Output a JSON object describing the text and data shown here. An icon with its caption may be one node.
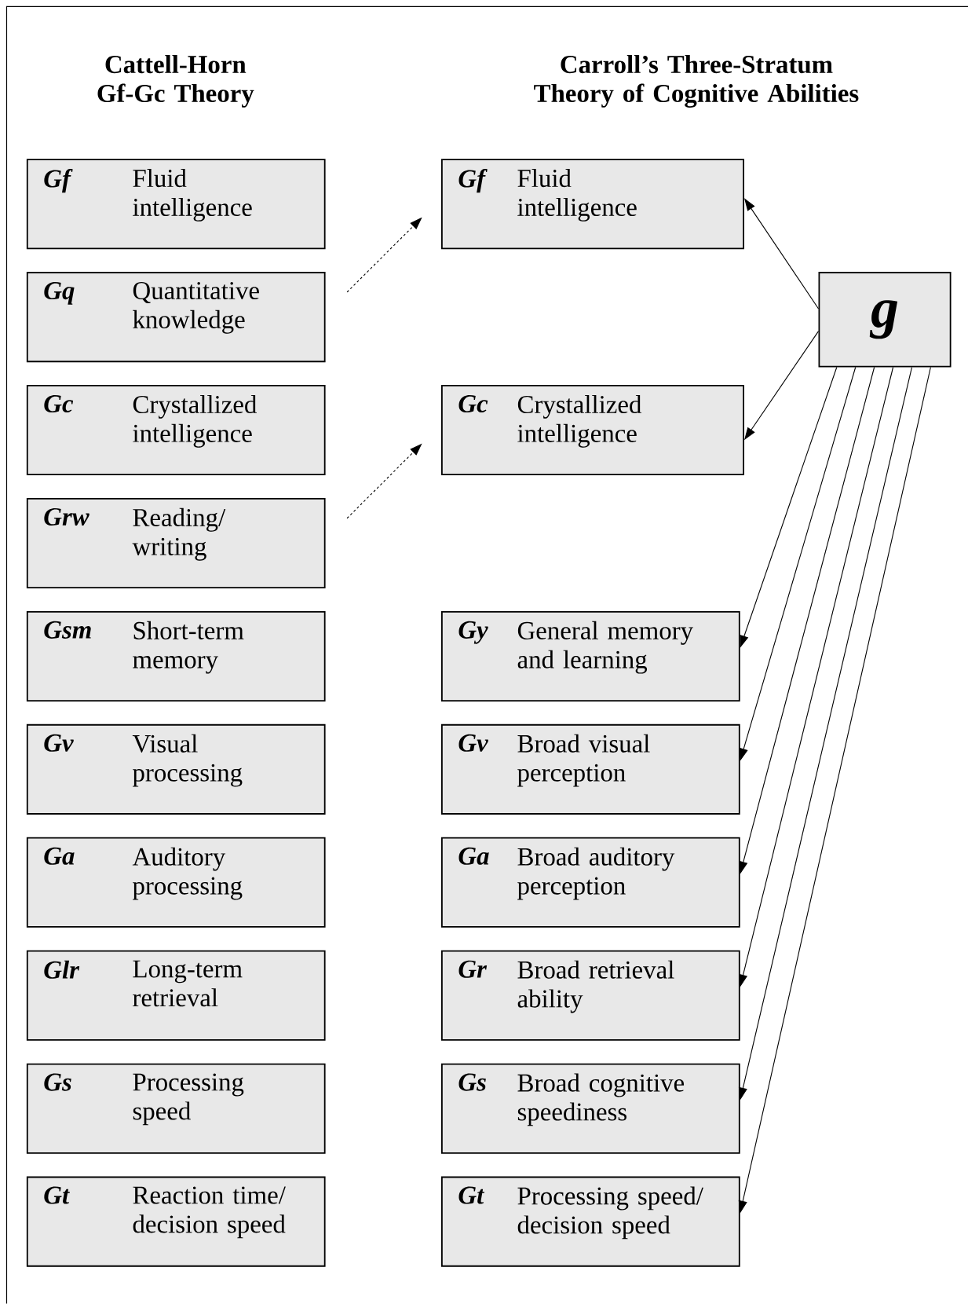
{
  "diagram": {
    "nodes": [
      {
        "text": [
          "Gf",
          "Fluid intelligence"
        ]
      },
      {
        "text": [
          "Gq",
          "Quantitative knowledge"
        ]
      },
      {
        "text": [
          "Gc",
          "Crystallized intelligence"
        ]
      },
      {
        "text": [
          "Grw",
          "Reading/ writing"
        ]
      },
      {
        "text": [
          "Gsm",
          "Short-term memory"
        ]
      },
      {
        "text": [
          "Gv",
          "Visual processing"
        ]
      },
      {
        "text": [
          "Ga",
          "Auditory processing"
        ]
      },
      {
        "text": [
          "Glr",
          "Long-term retrieval"
        ]
      },
      {
        "text": [
          "Gs",
          "Processing speed"
        ]
      },
      {
        "text": [
          "Gt",
          "Reaction time/ decision speed"
        ]
      },
      {
        "text": [
          "Gf",
          "Fluid intelligence"
        ]
      },
      {
        "text": [
          "Gc",
          "Crystallized intelligence"
        ]
      },
      {
        "text": [
          "Gy",
          "General memory and learning"
        ]
      },
      {
        "text": [
          "Gv",
          "Broad visual perception"
        ]
      },
      {
        "text": [
          "Ga",
          "Broad auditory perception"
        ]
      },
      {
        "text": [
          "Gr",
          "Broad retrieval ability"
        ]
      },
      {
        "text": [
          "Gs",
          "Broad cognitive speediness"
        ]
      },
      {
        "text": [
          "Gt",
          "Processing speed/ decision speed"
        ]
      },
      {
        "text": [
          "g"
        ]
      }
    ],
    "edges": [
      {
        "from": 1,
        "to": 10,
        "arrow": "to",
        "style": "dashed"
      },
      {
        "from": 3,
        "to": 11,
        "arrow": "to",
        "style": "dashed"
      },
      {
        "from": 18,
        "to": 10,
        "arrow": "to"
      },
      {
        "from": 18,
        "to": 11,
        "arrow": "to"
      },
      {
        "from": 18,
        "to": 12,
        "arrow": "to"
      },
      {
        "from": 18,
        "to": 13,
        "arrow": "to"
      },
      {
        "from": 18,
        "to": 14,
        "arrow": "to"
      },
      {
        "from": 18,
        "to": 15,
        "arrow": "to"
      },
      {
        "from": 18,
        "to": 16,
        "arrow": "to"
      },
      {
        "from": 18,
        "to": 17,
        "arrow": "to"
      }
    ],
    "labels": [
      "Cattell-Horn Gf-Gc Theory",
      "Carroll’s Three-Stratum Theory of Cognitive Abilities"
    ]
  }
}
